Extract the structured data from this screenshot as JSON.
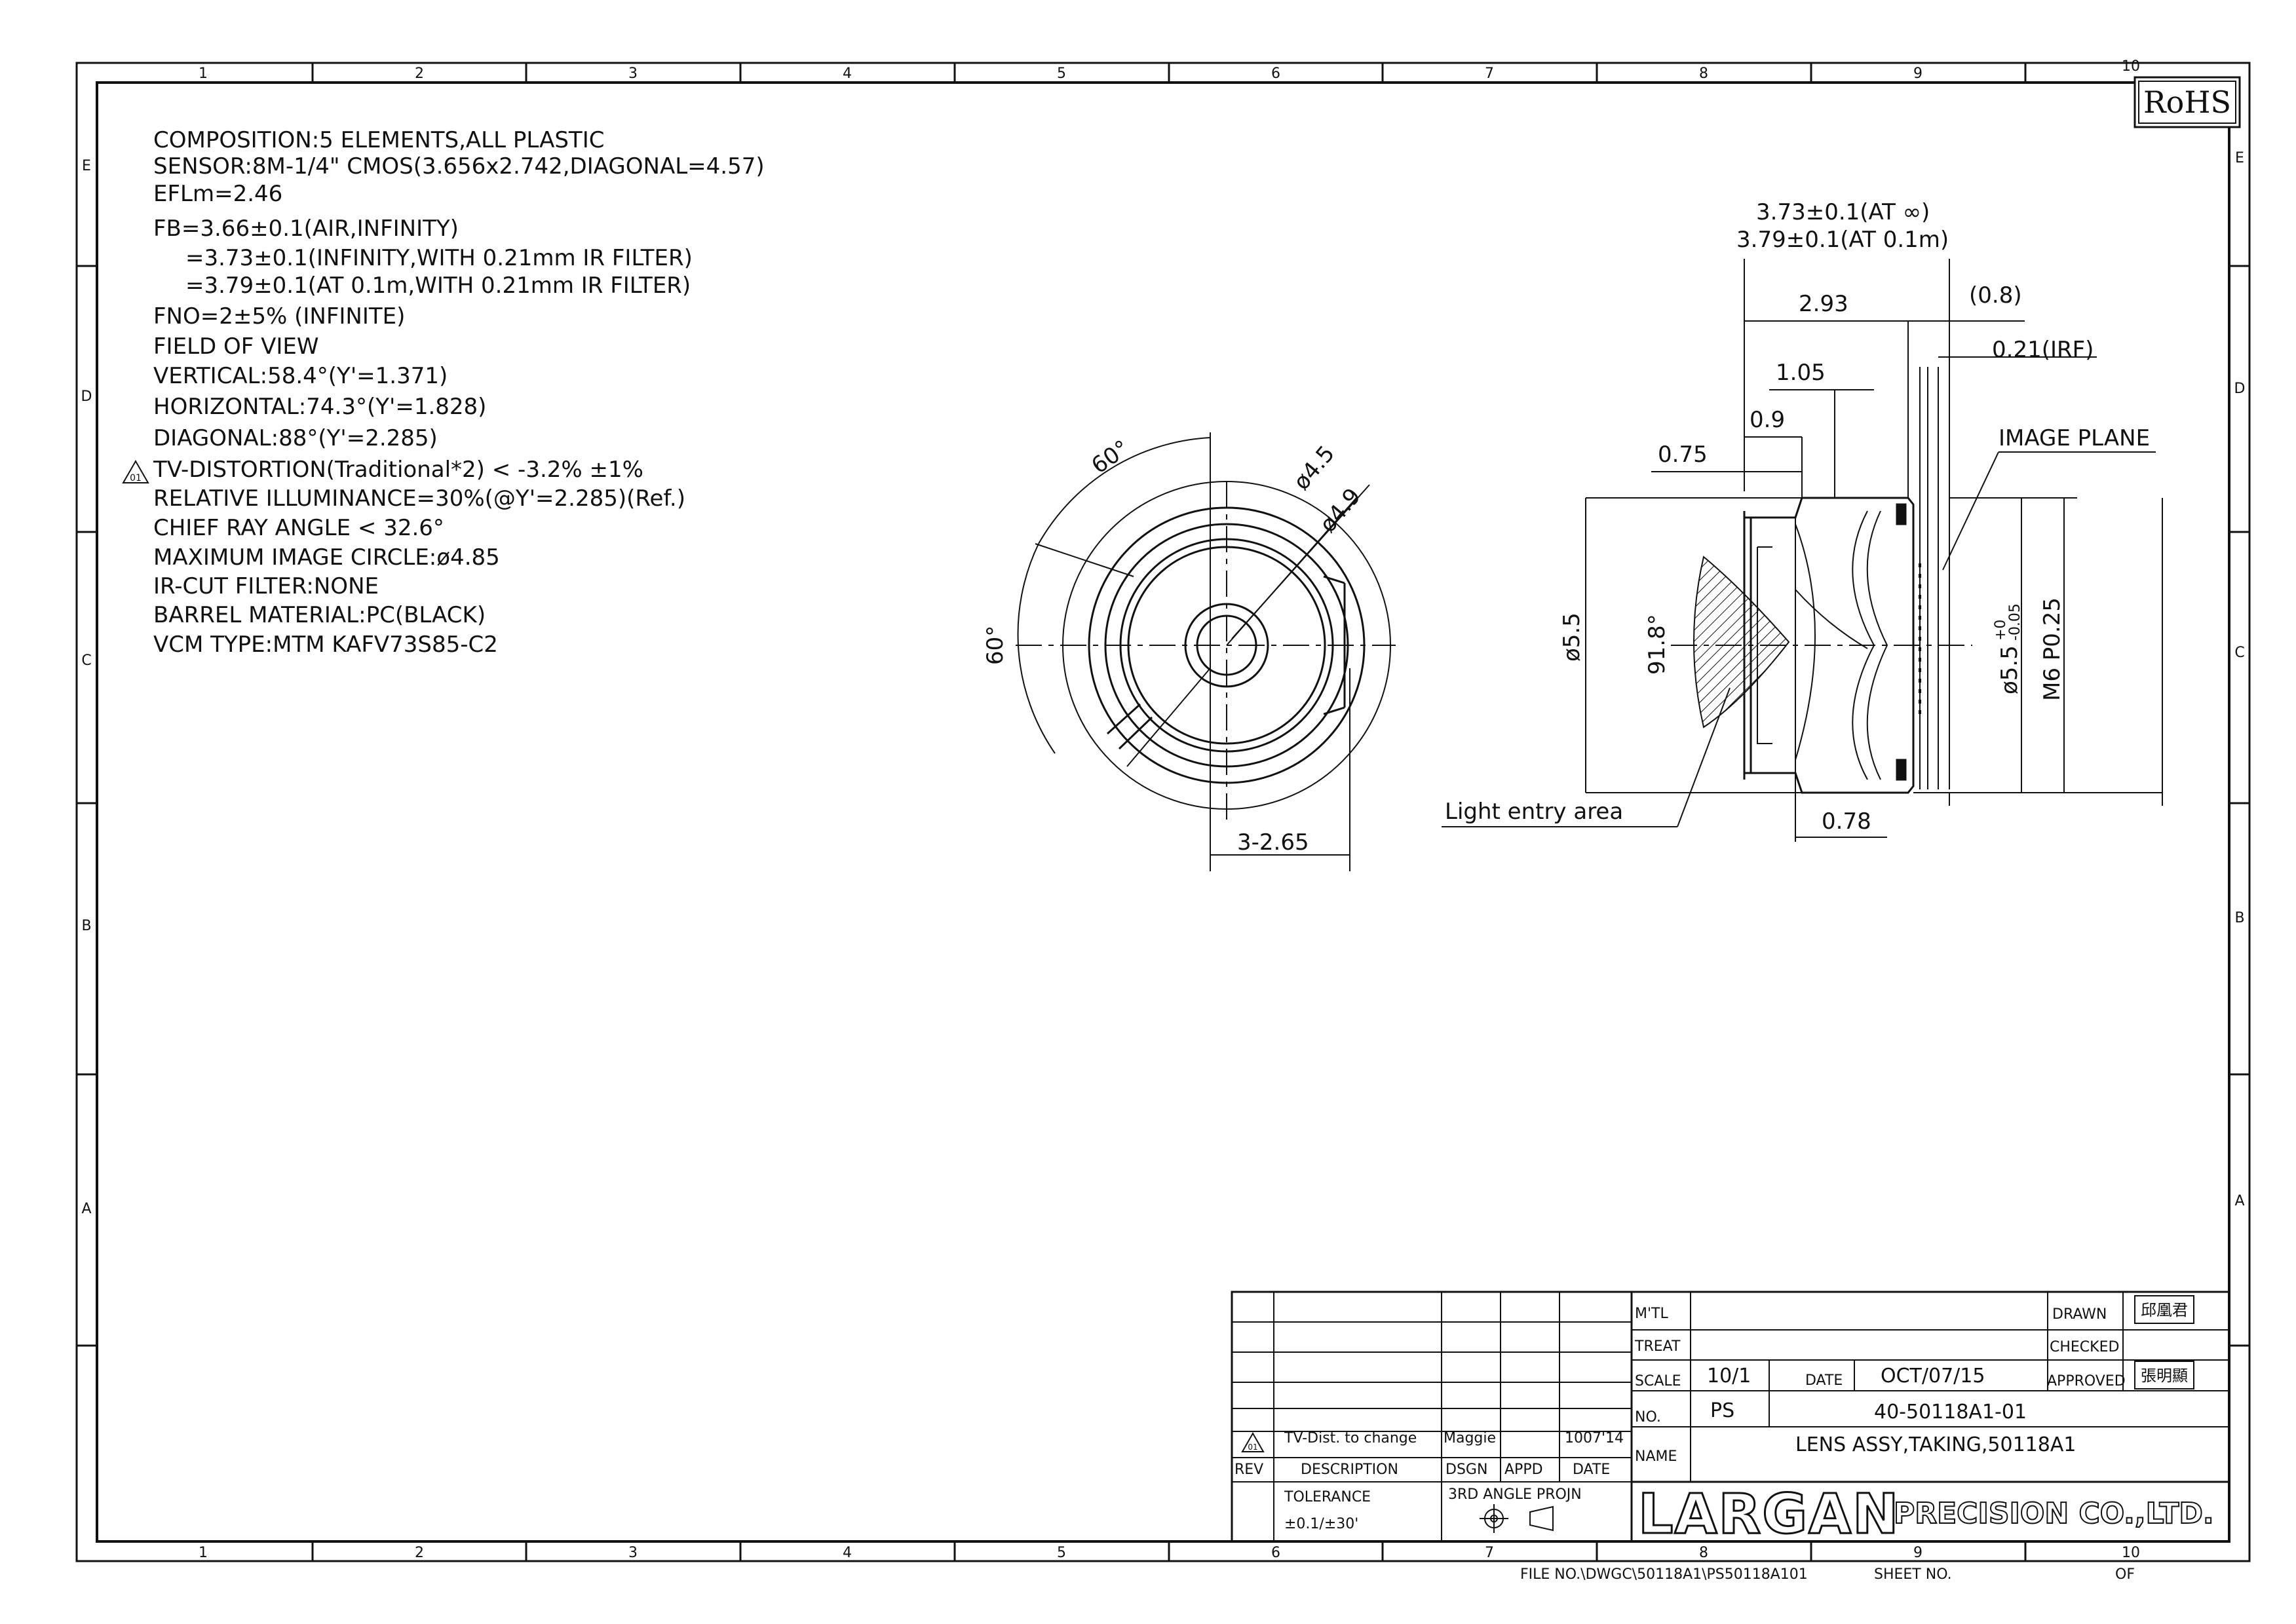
{
  "drawing": {
    "rohs_badge": "RoHS",
    "zones": {
      "columns": [
        "1",
        "2",
        "3",
        "4",
        "5",
        "6",
        "7",
        "8",
        "9",
        "10"
      ],
      "rows": [
        "E",
        "D",
        "C",
        "B",
        "A"
      ]
    },
    "specs": [
      "COMPOSITION:5 ELEMENTS,ALL PLASTIC",
      "SENSOR:8M-1/4\" CMOS(3.656x2.742,DIAGONAL=4.57)",
      "EFLm=2.46",
      "FB=3.66±0.1(AIR,INFINITY)",
      "=3.73±0.1(INFINITY,WITH 0.21mm IR FILTER)",
      "=3.79±0.1(AT 0.1m,WITH 0.21mm IR FILTER)",
      "FNO=2±5% (INFINITE)",
      "FIELD OF VIEW",
      "VERTICAL:58.4°(Y'=1.371)",
      "HORIZONTAL:74.3°(Y'=1.828)",
      "DIAGONAL:88°(Y'=2.285)",
      "TV-DISTORTION(Traditional*2) < -3.2% ±1%",
      "RELATIVE ILLUMINANCE=30%(@Y'=2.285)(Ref.)",
      "CHIEF RAY ANGLE < 32.6°",
      "MAXIMUM IMAGE CIRCLE:ø4.85",
      "IR-CUT FILTER:NONE",
      "BARREL MATERIAL:PC(BLACK)",
      "VCM TYPE:MTM KAFV73S85-C2"
    ],
    "revision_marker": "01",
    "front_view": {
      "angle_top": "60°",
      "angle_left": "60°",
      "dia_inner": "ø4.5",
      "dia_outer": "ø4.9",
      "width": "3-2.65"
    },
    "side_view": {
      "fb_infinity": "3.73±0.1(AT ∞)",
      "fb_near": "3.79±0.1(AT 0.1m)",
      "len_293": "2.93",
      "len_08": "(0.8)",
      "irf": "0.21(IRF)",
      "len_105": "1.05",
      "len_09": "0.9",
      "len_075": "0.75",
      "image_plane": "IMAGE PLANE",
      "dia_55": "ø5.5",
      "angle_918": "91.8°",
      "dia_55_tol": "ø5.5",
      "tol_plus": "+0",
      "tol_minus": "-0.05",
      "thread": "M6 P0.25",
      "light_entry": "Light entry area",
      "len_078": "0.78"
    },
    "title_block": {
      "mtl_label": "M'TL",
      "treat_label": "TREAT",
      "scale_label": "SCALE",
      "scale_value": "10/1",
      "date_label": "DATE",
      "date_value": "OCT/07/15",
      "no_label": "NO.",
      "no_prefix": "PS",
      "part_number": "40-50118A1-01",
      "name_label": "NAME",
      "name_value": "LENS ASSY,TAKING,50118A1",
      "drawn_label": "DRAWN",
      "checked_label": "CHECKED",
      "approved_label": "APPROVED",
      "drawn_stamp": "邱凰君",
      "approved_stamp": "張明顯",
      "rev_row": {
        "rev": "01",
        "description": "TV-Dist. to change",
        "dsgn": "Maggie",
        "appd": "",
        "date": "1007'14"
      },
      "rev_header": {
        "rev": "REV",
        "description": "DESCRIPTION",
        "dsgn": "DSGN",
        "appd": "APPD",
        "date": "DATE"
      },
      "tolerance_label": "TOLERANCE",
      "tolerance_value": "±0.1/±30'",
      "projection": "3RD ANGLE PROJN",
      "company_logo": "LARGAN",
      "company_name": "PRECISION CO.,LTD.",
      "file_no": "FILE NO.\\DWGC\\50118A1\\PS50118A101",
      "sheet_no": "SHEET NO.",
      "of": "OF"
    },
    "colors": {
      "ink": "#111111",
      "paper": "#ffffff"
    }
  }
}
